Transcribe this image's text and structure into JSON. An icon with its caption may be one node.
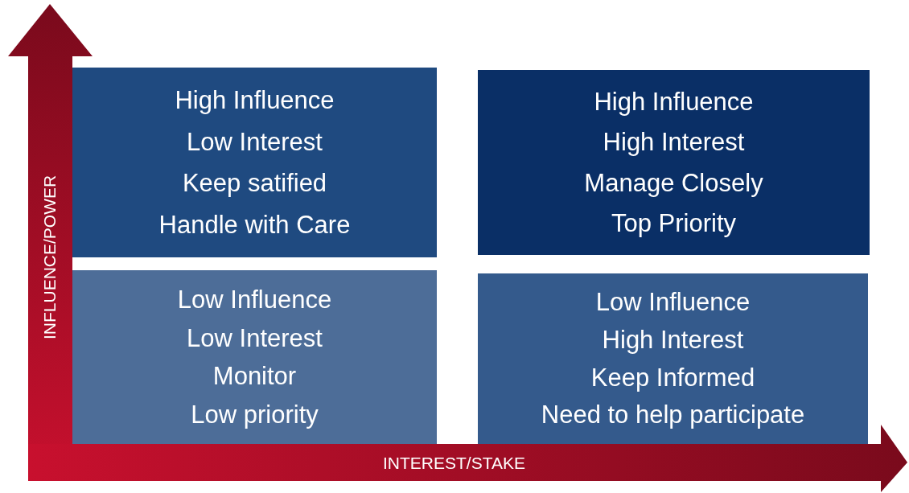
{
  "diagram": {
    "nodes": [
      {
        "text": [
          "High Influence",
          "Low Interest",
          "Keep satified",
          "Handle with Care"
        ]
      },
      {
        "text": [
          "High Influence",
          "High Interest",
          "Manage Closely",
          "Top Priority"
        ]
      },
      {
        "text": [
          "Low Influence",
          "Low Interest",
          "Monitor",
          "Low priority"
        ]
      },
      {
        "text": [
          "Low Influence",
          "High Interest",
          "Keep Informed",
          "Need to help participate"
        ]
      }
    ],
    "edges": [],
    "labels": [
      "INFLUENCE/POWER",
      "INTEREST/STAKE"
    ]
  }
}
